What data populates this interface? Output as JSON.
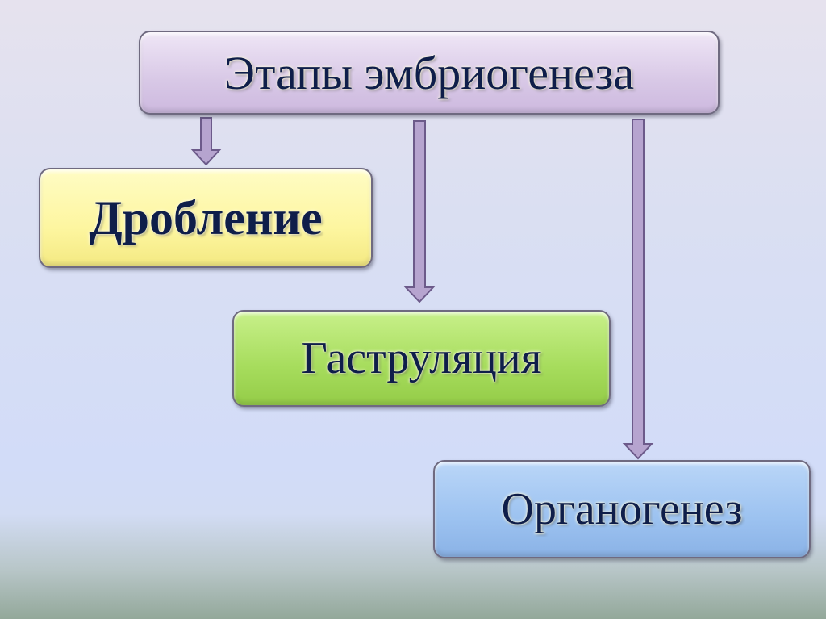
{
  "title": "Этапы эмбриогенеза",
  "stages": [
    "Дробление",
    "Гаструляция",
    "Органогенез"
  ],
  "colors": {
    "title_box": "#d8c8e6",
    "stage1": "#fdf6a0",
    "stage2": "#a6dc5c",
    "stage3": "#9cc2f0",
    "arrow": "#b3a0cc",
    "text": "#0f1e4a"
  }
}
